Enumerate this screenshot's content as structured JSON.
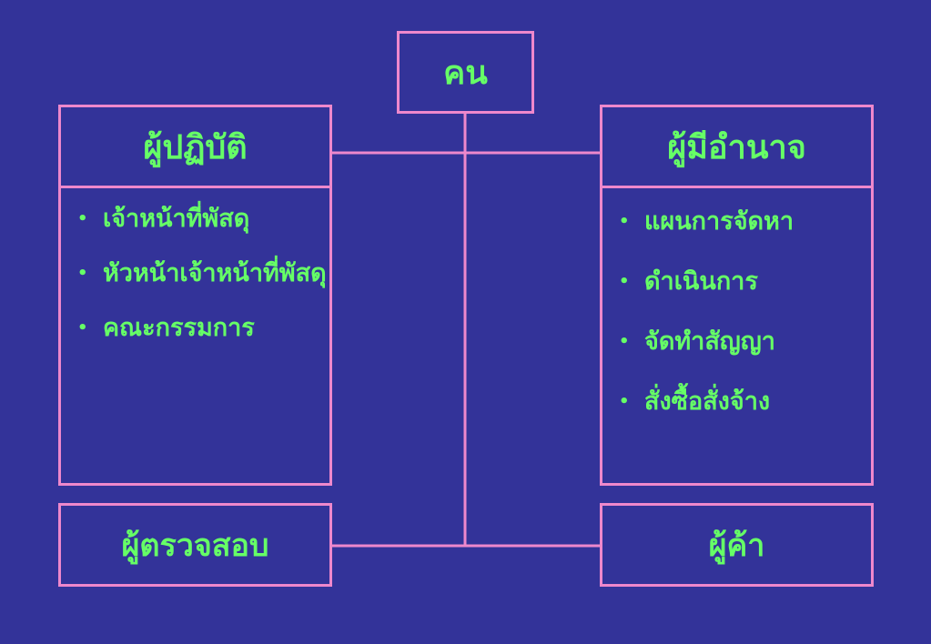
{
  "colors": {
    "background": "#333399",
    "border": "#ee88cc",
    "text": "#66ff66"
  },
  "root": {
    "label": "คน"
  },
  "top_left": {
    "label": "ผู้ปฏิบัติ",
    "items": [
      "เจ้าหน้าที่พัสดุ",
      "หัวหน้าเจ้าหน้าที่พัสดุ",
      "คณะกรรมการ"
    ]
  },
  "top_right": {
    "label": "ผู้มีอำนาจ",
    "items": [
      "แผนการจัดหา",
      "ดำเนินการ",
      "จัดทำสัญญา",
      "สั่งซื้อสั่งจ้าง"
    ]
  },
  "bottom_left": {
    "label": "ผู้ตรวจสอบ"
  },
  "bottom_right": {
    "label": "ผู้ค้า"
  }
}
